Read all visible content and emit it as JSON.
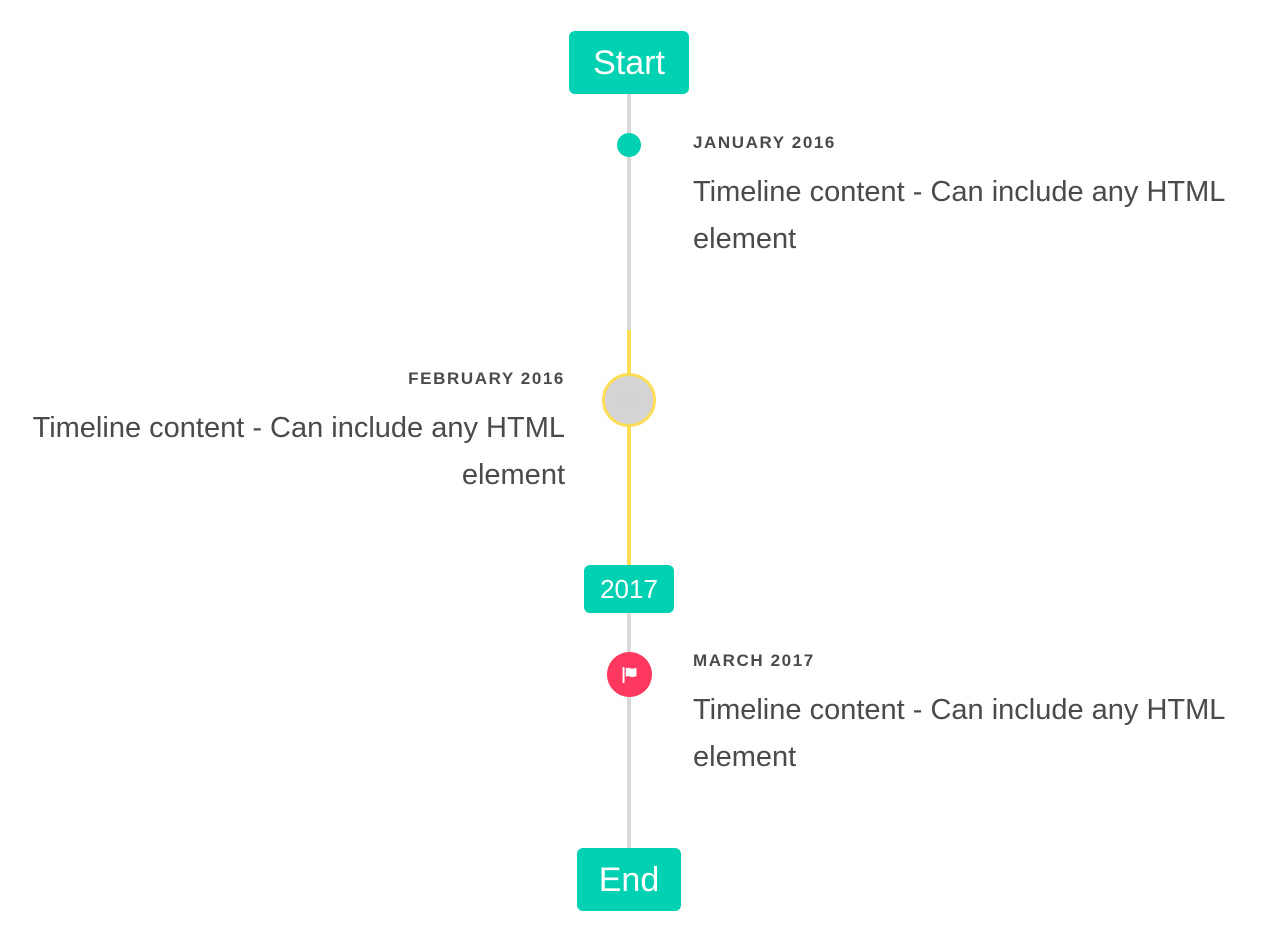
{
  "theme": {
    "accent_green": "#00d1b2",
    "accent_yellow": "#ffdd57",
    "accent_pink": "#ff3860",
    "rail_grey": "#d9d9d9",
    "text_grey": "#4a4a4a",
    "background": "#ffffff"
  },
  "timeline": {
    "start_label": "Start",
    "end_label": "End",
    "year_divider_label": "2017",
    "entries": [
      {
        "heading": "JANUARY 2016",
        "body": "Timeline content - Can include any HTML element",
        "side": "right",
        "marker": "dot",
        "marker_color": "#00d1b2",
        "marker_icon": "none"
      },
      {
        "heading": "FEBRUARY 2016",
        "body": "Timeline content - Can include any HTML element",
        "side": "left",
        "marker": "large-circle",
        "marker_color": "#d4d4d4",
        "marker_border_color": "#ffdd57",
        "marker_icon": "missing-glyph",
        "marker_glyph": "⸬⸬"
      },
      {
        "heading": "MARCH 2017",
        "body": "Timeline content - Can include any HTML element",
        "side": "right",
        "marker": "icon-circle",
        "marker_color": "#ff3860",
        "marker_icon": "flag-icon"
      }
    ]
  }
}
